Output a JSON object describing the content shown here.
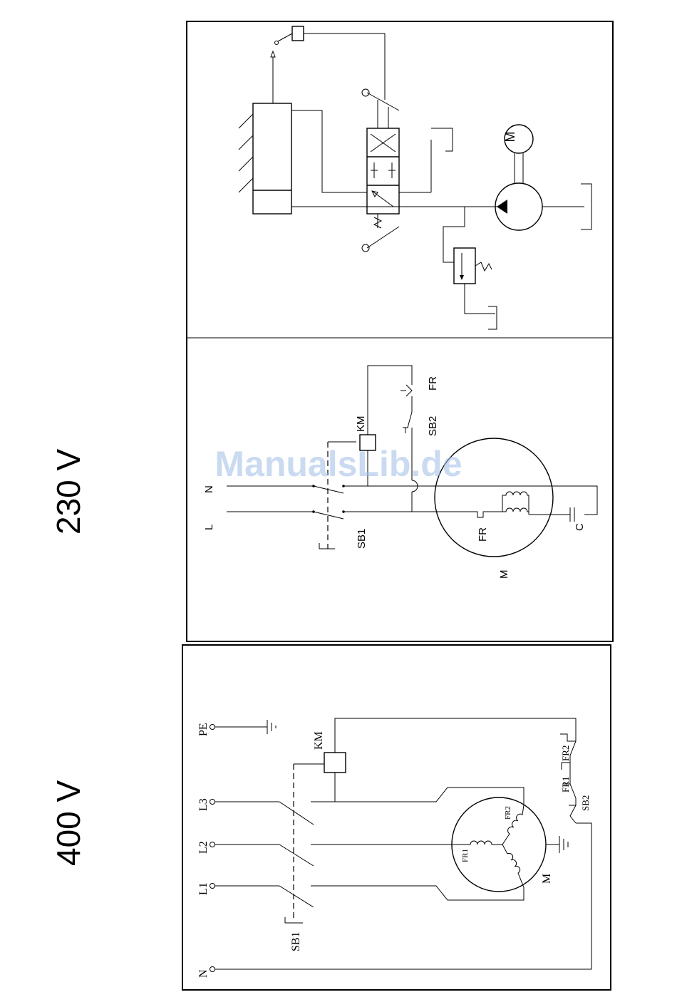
{
  "voltage_labels": {
    "v230": "230 V",
    "v400": "400 V"
  },
  "watermark": "ManualsLib.de",
  "hydraulic": {
    "motor_symbol": "M"
  },
  "circuit_230": {
    "L": "L",
    "N": "N",
    "SB1": "SB1",
    "KM": "KM",
    "SB2": "SB2",
    "FR_top": "FR",
    "FR_motor": "FR",
    "C": "C",
    "M": "M"
  },
  "circuit_400": {
    "PE": "PE",
    "L3": "L3",
    "L2": "L2",
    "L1": "L1",
    "N": "N",
    "KM": "KM",
    "SB1": "SB1",
    "FR2": "FR2",
    "FR1": "FR1",
    "SB2": "SB2",
    "FR1_motor": "FR1",
    "FR2_motor": "FR2",
    "M": "M"
  }
}
